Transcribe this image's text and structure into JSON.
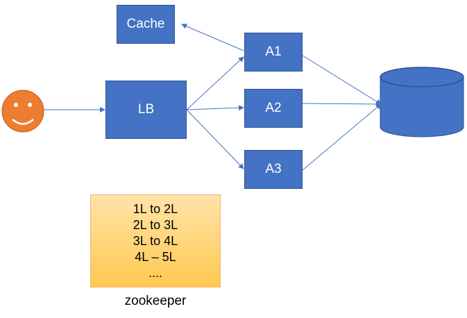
{
  "nodes": {
    "cache": "Cache",
    "lb": "LB",
    "a1": "A1",
    "a2": "A2",
    "a3": "A3"
  },
  "zookeeper": {
    "ranges": [
      "1L to 2L",
      "2L to 3L",
      "3L to 4L",
      "4L – 5L",
      "...."
    ],
    "label": "zookeeper"
  },
  "colors": {
    "node_fill": "#4472C4",
    "node_border": "#2F528F",
    "user_fill": "#ED7D31",
    "zookeeper_fill_top": "#FFE3A8",
    "zookeeper_fill_bottom": "#FFC84F"
  },
  "icons": {
    "user": "smiley-face-icon",
    "database": "database-cylinder-icon"
  }
}
